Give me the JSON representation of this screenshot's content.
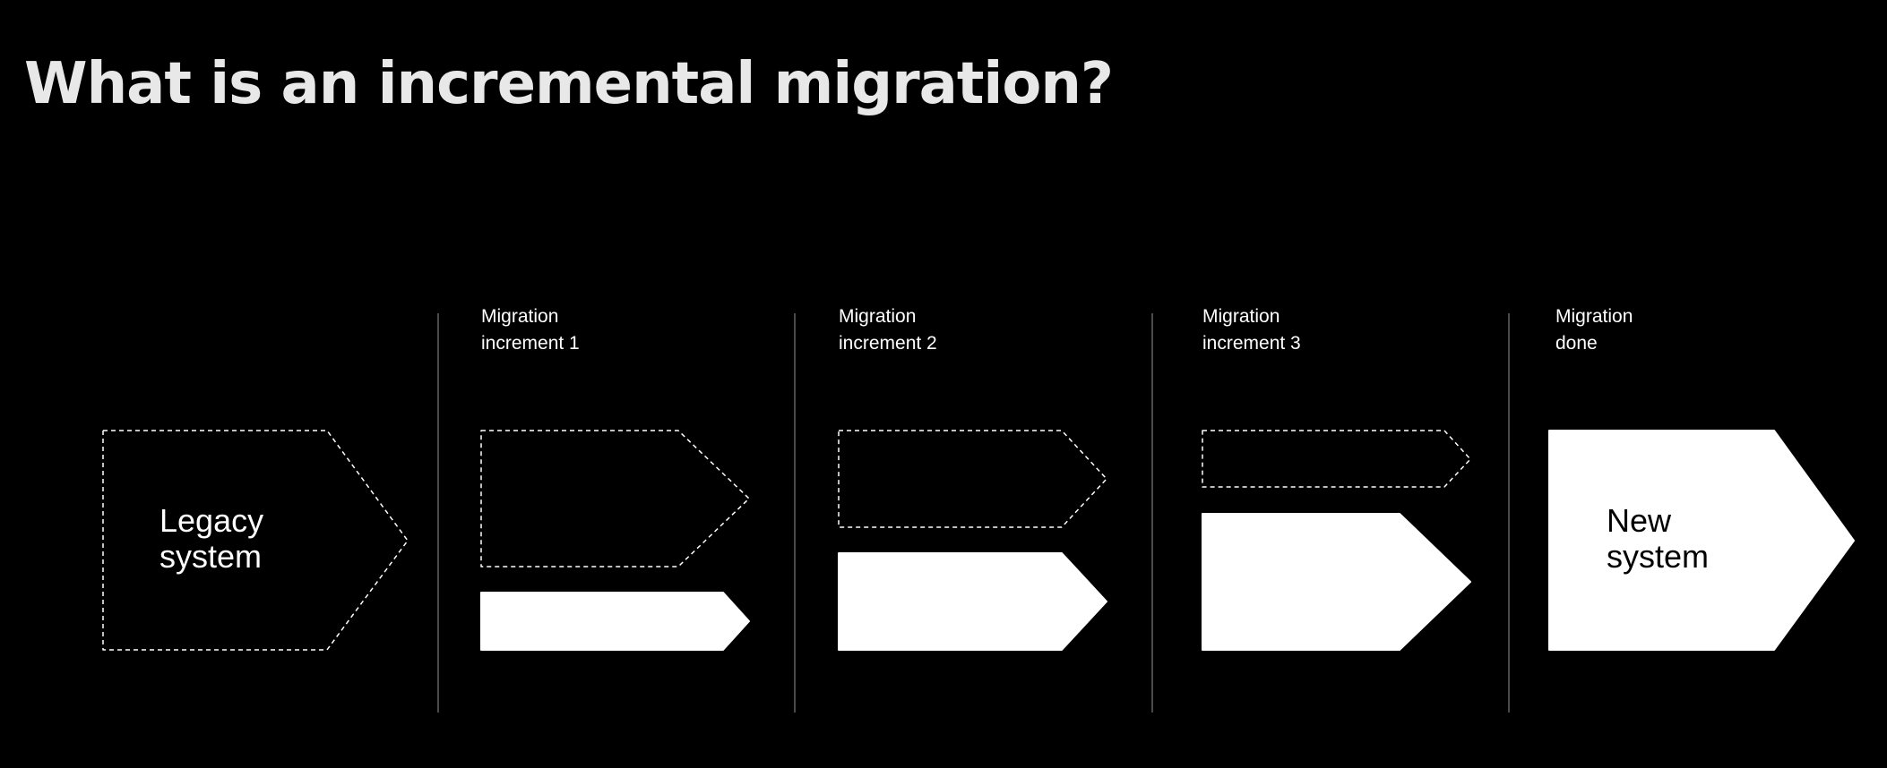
{
  "title": "What is an incremental migration?",
  "colors": {
    "background": "#000000",
    "foreground": "#ffffff",
    "title": "#e8e8e8",
    "divider": "#4a4a4a"
  },
  "legacy": {
    "line1": "Legacy",
    "line2": "system"
  },
  "stages": [
    {
      "line1": "Migration",
      "line2": "increment 1",
      "legacy_fraction": 0.75,
      "new_fraction": 0.25
    },
    {
      "line1": "Migration",
      "line2": "increment 2",
      "legacy_fraction": 0.5,
      "new_fraction": 0.5
    },
    {
      "line1": "Migration",
      "line2": "increment 3",
      "legacy_fraction": 0.25,
      "new_fraction": 0.75
    },
    {
      "line1": "Migration",
      "line2": "done",
      "legacy_fraction": 0,
      "new_fraction": 1
    }
  ],
  "new_system": {
    "line1": "New",
    "line2": "system"
  }
}
